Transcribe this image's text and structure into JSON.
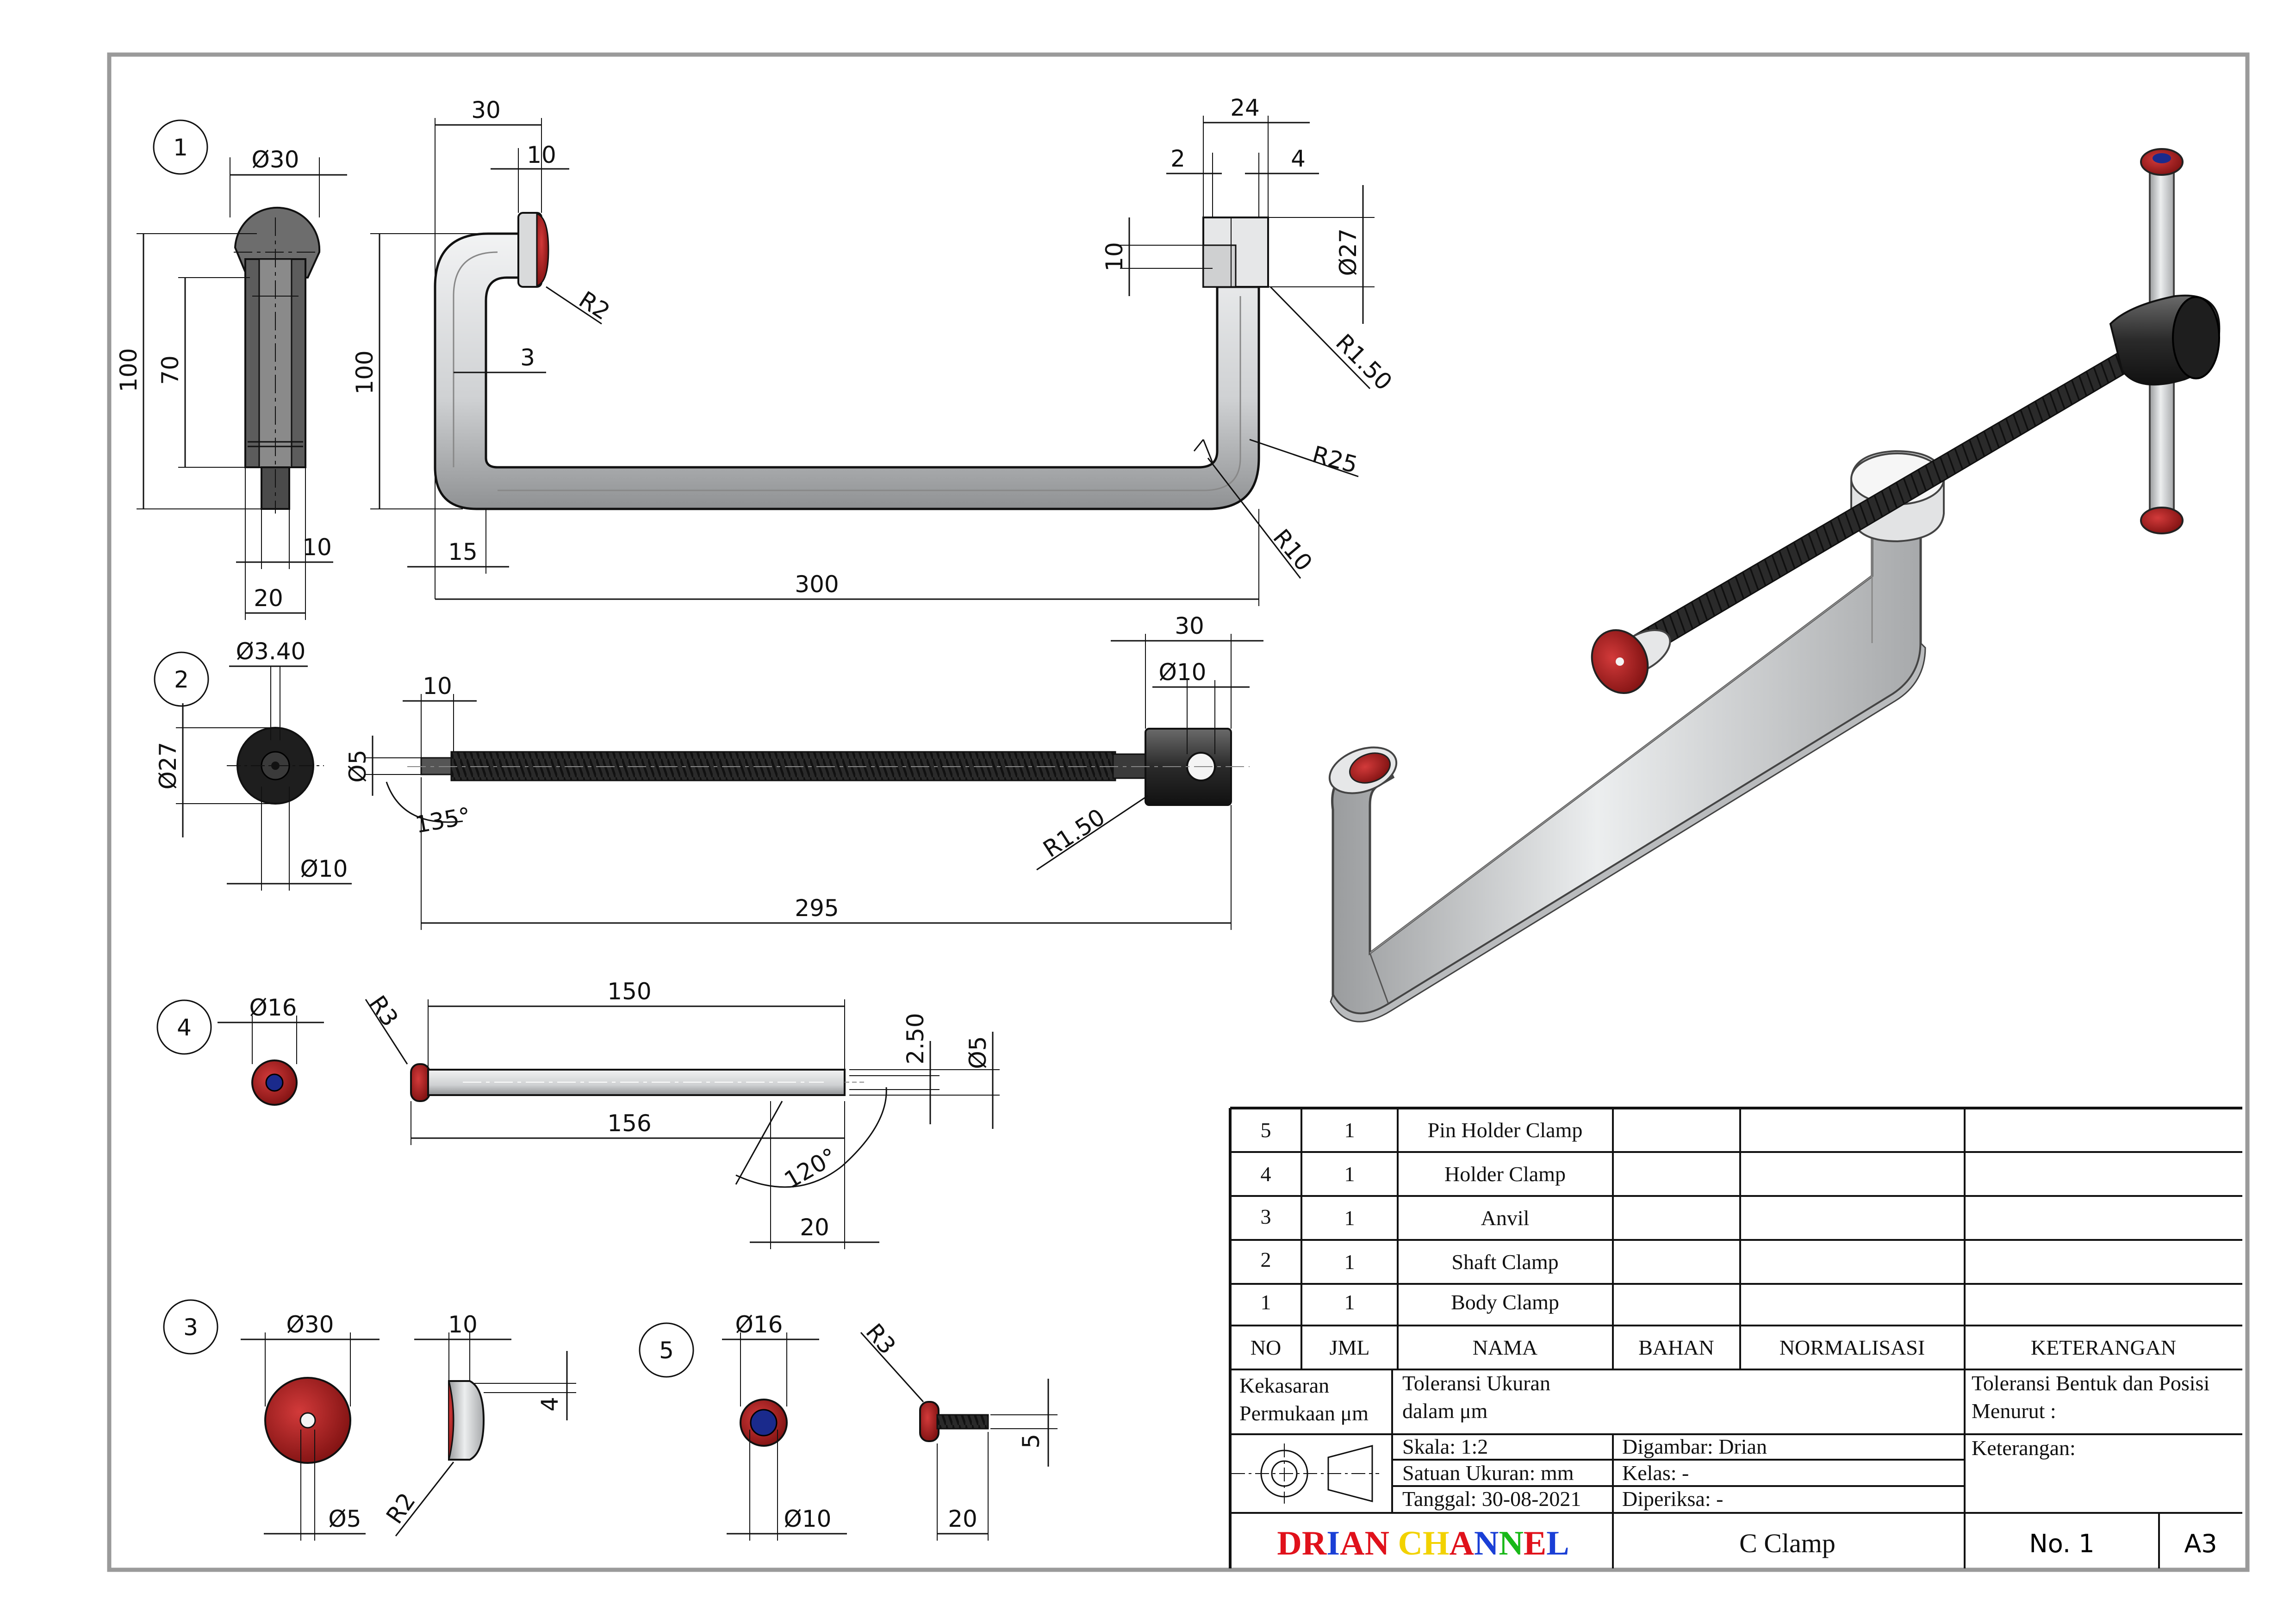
{
  "views": {
    "v1": {
      "balloon": "1",
      "dims": [
        "Ø30",
        "100",
        "70",
        "10",
        "20",
        "30",
        "10",
        "100",
        "R2",
        "3",
        "15",
        "300",
        "24",
        "2",
        "4",
        "10",
        "Ø27",
        "R1.50",
        "R25",
        "R10"
      ]
    },
    "v2": {
      "balloon": "2",
      "dims": [
        "Ø3.40",
        "Ø27",
        "Ø10",
        "10",
        "Ø5",
        "135°",
        "30",
        "Ø10",
        "R1.50",
        "295"
      ]
    },
    "v4": {
      "balloon": "4",
      "dims": [
        "Ø16",
        "R3",
        "150",
        "2.50",
        "Ø5",
        "156",
        "120°",
        "20"
      ]
    },
    "v3": {
      "balloon": "3",
      "dims": [
        "Ø30",
        "Ø5",
        "10",
        "4",
        "R2"
      ]
    },
    "v5": {
      "balloon": "5",
      "dims": [
        "Ø16",
        "Ø10",
        "R3",
        "5",
        "20"
      ]
    }
  },
  "bom": {
    "headers": [
      "NO",
      "JML",
      "NAMA",
      "BAHAN",
      "NORMALISASI",
      "KETERANGAN"
    ],
    "rows": [
      {
        "no": "5",
        "jml": "1",
        "nama": "Pin Holder Clamp"
      },
      {
        "no": "4",
        "jml": "1",
        "nama": "Holder Clamp"
      },
      {
        "no": "3",
        "jml": "1",
        "nama": "Anvil"
      },
      {
        "no": "2",
        "jml": "1",
        "nama": "Shaft Clamp"
      },
      {
        "no": "1",
        "jml": "1",
        "nama": "Body Clamp"
      }
    ]
  },
  "title_block": {
    "kekasaran": [
      "Kekasaran",
      "Permukaan μm"
    ],
    "toleransi_ukuran": [
      "Toleransi Ukuran",
      "dalam μm"
    ],
    "toleransi_bentuk": [
      "Toleransi Bentuk dan Posisi",
      "Menurut :"
    ],
    "skala": "Skala: 1:2",
    "satuan": "Satuan Ukuran: mm",
    "tanggal": "Tanggal: 30-08-2021",
    "digambar": "Digambar: Drian",
    "kelas": "Kelas: -",
    "diperiksa": "Diperiksa: -",
    "keterangan": "Keterangan:",
    "title": "C Clamp",
    "number": "No. 1",
    "size": "A3",
    "brand": {
      "letters": [
        "D",
        "R",
        "I",
        "A",
        "N",
        " ",
        "C",
        "H",
        "A",
        "N",
        "N",
        "E",
        "L"
      ],
      "colors": [
        "#e0111b",
        "#e0111b",
        "#1a3fd6",
        "#e0111b",
        "#e0111b",
        "",
        "#f2d200",
        "#f2d200",
        "#e0111b",
        "#1a3fd6",
        "#18b818",
        "#e0111b",
        "#1a3fd6"
      ]
    }
  },
  "colors": {
    "steel": "#c9cbcd",
    "dark_steel": "#2b2b2b",
    "red_pad": "#b41e1e",
    "blue_pin": "#1a2a8c",
    "border": "#9a9a9a"
  }
}
